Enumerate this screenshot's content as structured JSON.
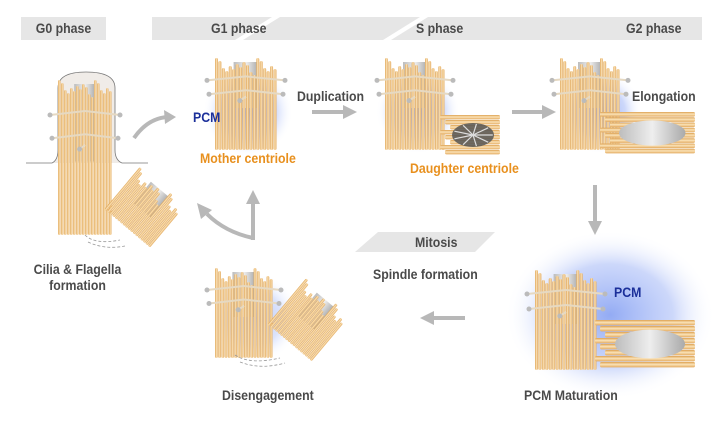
{
  "phases": {
    "g0": "G0 phase",
    "g1": "G1 phase",
    "s": "S phase",
    "g2": "G2 phase",
    "mitosis": "Mitosis"
  },
  "labels": {
    "duplication": "Duplication",
    "pcm_g1": "PCM",
    "mother_centriole": "Mother centriole",
    "daughter_centriole": "Daughter centriole",
    "elongation": "Elongation",
    "cilia_line1": "Cilia & Flagella",
    "cilia_line2": "formation",
    "spindle_formation": "Spindle formation",
    "pcm_maturation_pcm": "PCM",
    "pcm_maturation": "PCM Maturation",
    "disengagement": "Disengagement"
  },
  "colors": {
    "band": "#e6e6e6",
    "arrow": "#b8b8b8",
    "rod": "#f2c27c",
    "rod_dark": "#dca050",
    "pcm_glow": "#6f8ff0",
    "pcm_text": "#1b2f9a",
    "orange_text": "#e8901e",
    "text": "#4a4a4a"
  }
}
